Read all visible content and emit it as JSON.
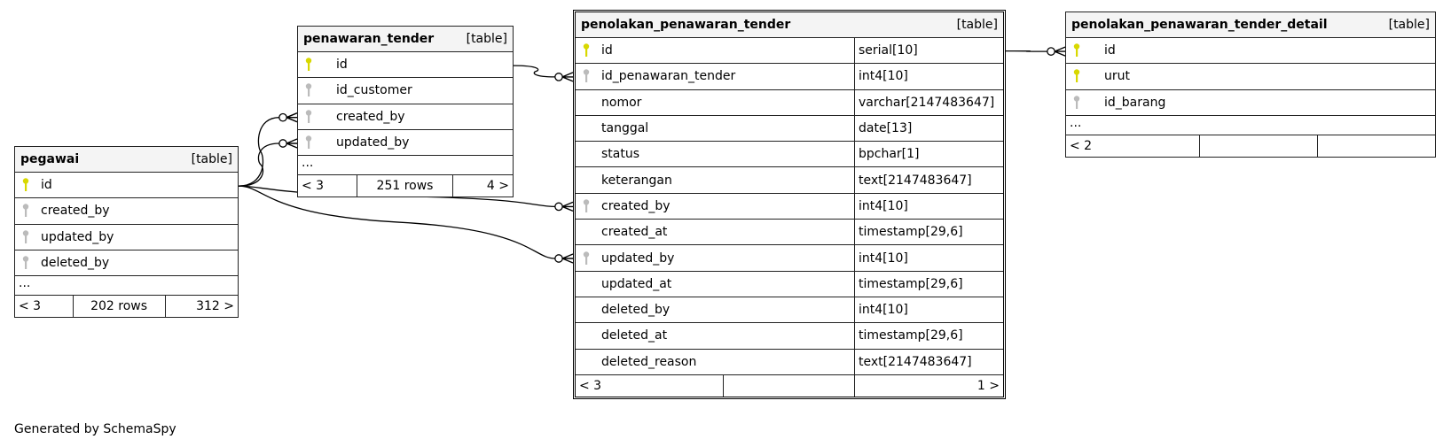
{
  "colors": {
    "pk": "#d8d800",
    "fk": "#bbbbbb",
    "border": "#222222",
    "header_bg": "#f4f4f4"
  },
  "tables": [
    {
      "id": "pegawai",
      "name": "pegawai",
      "tag": "[table]",
      "rows": [
        {
          "col": "id",
          "key": "pk"
        },
        {
          "col": "created_by",
          "key": "fk"
        },
        {
          "col": "updated_by",
          "key": "fk"
        },
        {
          "col": "deleted_by",
          "key": "fk"
        }
      ],
      "more": "...",
      "footer": [
        "< 3",
        "202 rows",
        "312 >"
      ]
    },
    {
      "id": "penawaran_tender",
      "name": "penawaran_tender",
      "tag": "[table]",
      "rows": [
        {
          "col": "id",
          "key": "pk"
        },
        {
          "col": "id_customer",
          "key": "fk"
        },
        {
          "col": "created_by",
          "key": "fk"
        },
        {
          "col": "updated_by",
          "key": "fk"
        }
      ],
      "more": "...",
      "footer": [
        "< 3",
        "251 rows",
        "4 >"
      ]
    },
    {
      "id": "penolakan_penawaran_tender",
      "name": "penolakan_penawaran_tender",
      "tag": "[table]",
      "rows": [
        {
          "col": "id",
          "key": "pk",
          "type": "serial[10]"
        },
        {
          "col": "id_penawaran_tender",
          "key": "fk",
          "type": "int4[10]"
        },
        {
          "col": "nomor",
          "key": "",
          "type": "varchar[2147483647]"
        },
        {
          "col": "tanggal",
          "key": "",
          "type": "date[13]"
        },
        {
          "col": "status",
          "key": "",
          "type": "bpchar[1]"
        },
        {
          "col": "keterangan",
          "key": "",
          "type": "text[2147483647]"
        },
        {
          "col": "created_by",
          "key": "fk",
          "type": "int4[10]"
        },
        {
          "col": "created_at",
          "key": "",
          "type": "timestamp[29,6]"
        },
        {
          "col": "updated_by",
          "key": "fk",
          "type": "int4[10]"
        },
        {
          "col": "updated_at",
          "key": "",
          "type": "timestamp[29,6]"
        },
        {
          "col": "deleted_by",
          "key": "",
          "type": "int4[10]"
        },
        {
          "col": "deleted_at",
          "key": "",
          "type": "timestamp[29,6]"
        },
        {
          "col": "deleted_reason",
          "key": "",
          "type": "text[2147483647]"
        }
      ],
      "footer": [
        "< 3",
        "",
        "1 >"
      ]
    },
    {
      "id": "penolakan_penawaran_tender_detail",
      "name": "penolakan_penawaran_tender_detail",
      "tag": "[table]",
      "rows": [
        {
          "col": "id",
          "key": "pk"
        },
        {
          "col": "urut",
          "key": "pk"
        },
        {
          "col": "id_barang",
          "key": "fk"
        }
      ],
      "more": "...",
      "footer": [
        "< 2",
        "",
        ""
      ]
    }
  ],
  "relationships": [
    {
      "from": "penawaran_tender.id",
      "to": "penolakan_penawaran_tender.id_penawaran_tender"
    },
    {
      "from": "pegawai.id",
      "to": "penawaran_tender.created_by"
    },
    {
      "from": "pegawai.id",
      "to": "penawaran_tender.updated_by"
    },
    {
      "from": "pegawai.id",
      "to": "penolakan_penawaran_tender.created_by"
    },
    {
      "from": "pegawai.id",
      "to": "penolakan_penawaran_tender.updated_by"
    },
    {
      "from": "penolakan_penawaran_tender.id",
      "to": "penolakan_penawaran_tender_detail.id"
    }
  ],
  "footer_text": "Generated by SchemaSpy"
}
